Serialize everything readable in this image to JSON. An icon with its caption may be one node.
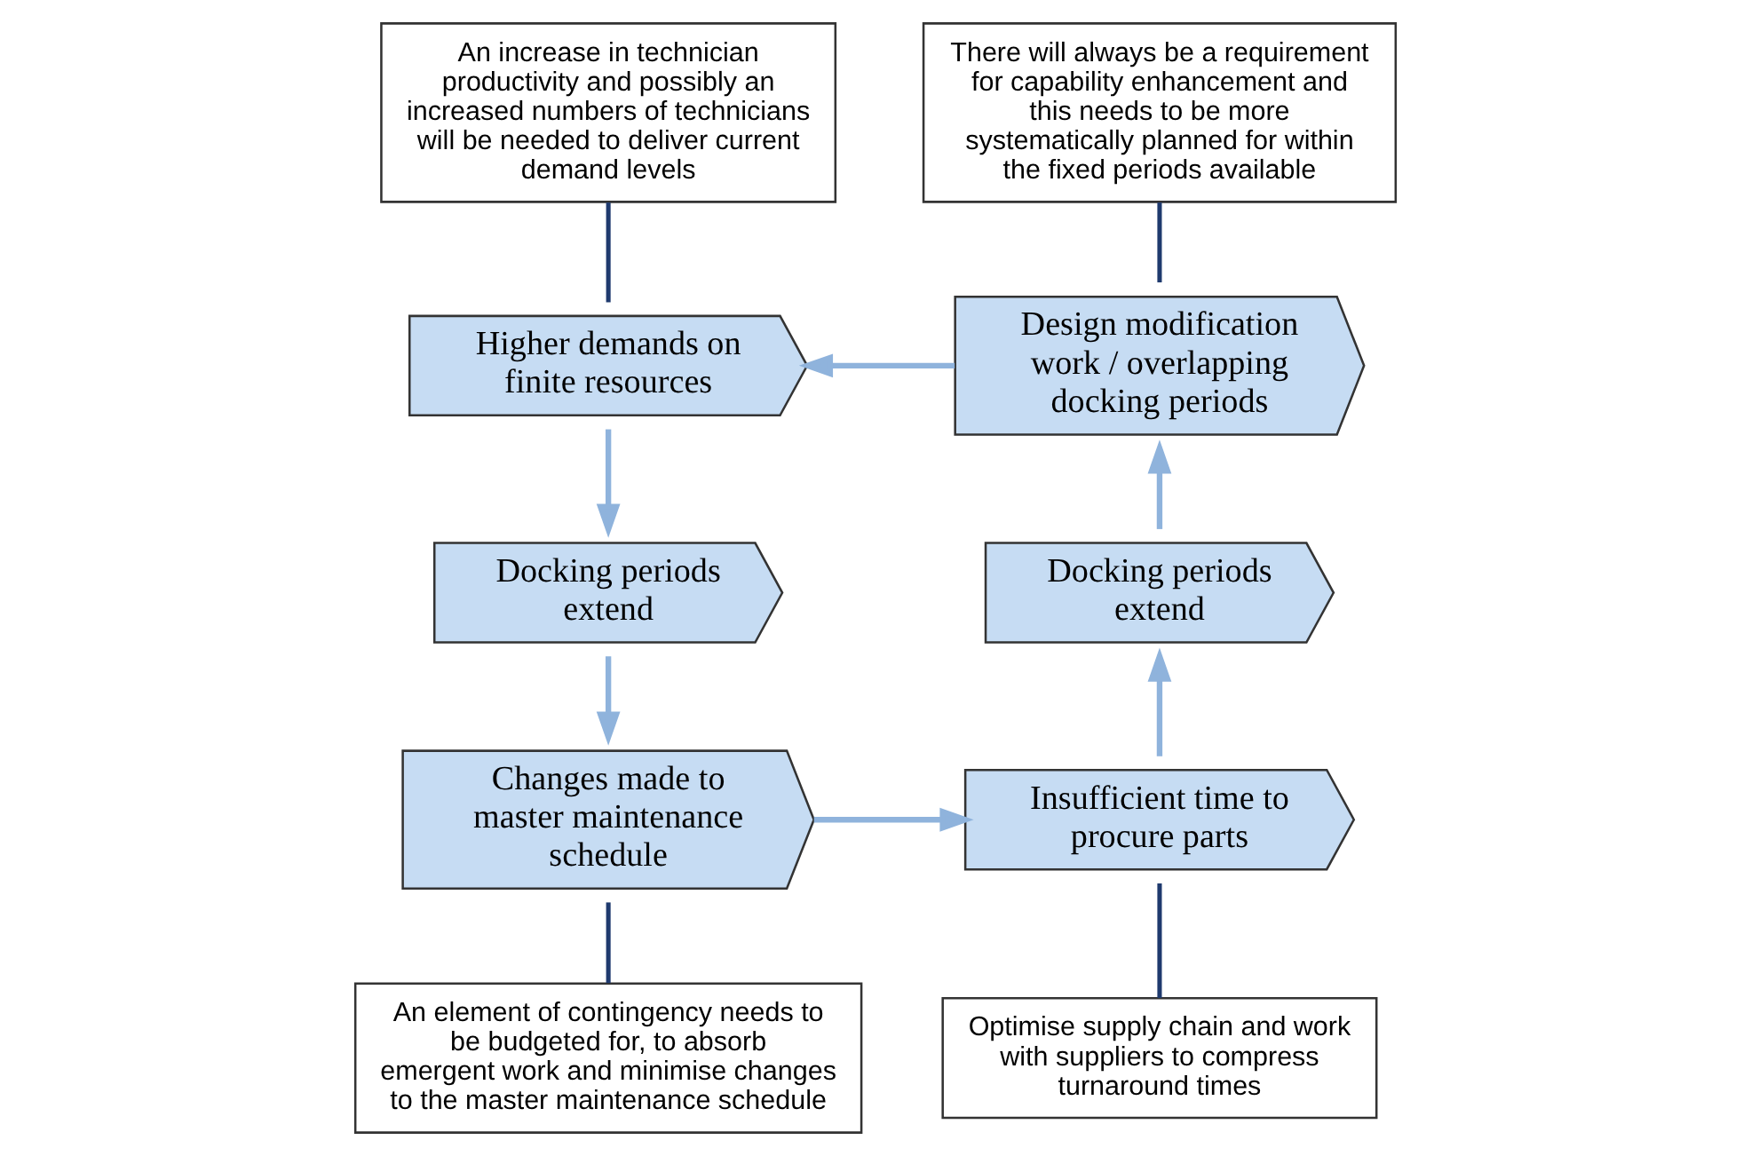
{
  "diagram": {
    "nodes": [
      {
        "text": [
          "Design modification work / overlapping docking periods"
        ]
      },
      {
        "text": [
          "Higher demands on finite resources"
        ]
      },
      {
        "text": [
          "Docking periods extend"
        ]
      },
      {
        "text": [
          "Changes made to master maintenance schedule"
        ]
      },
      {
        "text": [
          "Insufficient time to procure parts"
        ]
      },
      {
        "text": [
          "Docking periods extend"
        ]
      },
      {
        "text": [
          "An increase in technician productivity and possibly an increased numbers of technicians will be needed to deliver current demand levels"
        ]
      },
      {
        "text": [
          "There will always be a requirement for capability enhancement and this needs to be more systematically planned for within the fixed periods available"
        ]
      },
      {
        "text": [
          "Optimise supply chain and work with suppliers to compress turnaround times"
        ]
      },
      {
        "text": [
          "An element of contingency needs to be budgeted for, to absorb emergent work and minimise changes to the master maintenance schedule"
        ]
      }
    ],
    "edges": [
      {
        "from": 0,
        "to": 1,
        "arrow": "to"
      },
      {
        "from": 1,
        "to": 2,
        "arrow": "to"
      },
      {
        "from": 2,
        "to": 3,
        "arrow": "to"
      },
      {
        "from": 3,
        "to": 4,
        "arrow": "to"
      },
      {
        "from": 4,
        "to": 5,
        "arrow": "to"
      },
      {
        "from": 5,
        "to": 0,
        "arrow": "to"
      },
      {
        "from": 6,
        "to": 1,
        "arrow": "none",
        "color": "#1f3a6e"
      },
      {
        "from": 7,
        "to": 0,
        "arrow": "none",
        "color": "#1f3a6e"
      },
      {
        "from": 8,
        "to": 4,
        "arrow": "none",
        "color": "#1f3a6e"
      },
      {
        "from": 9,
        "to": 3,
        "arrow": "none",
        "color": "#1f3a6e"
      }
    ]
  }
}
